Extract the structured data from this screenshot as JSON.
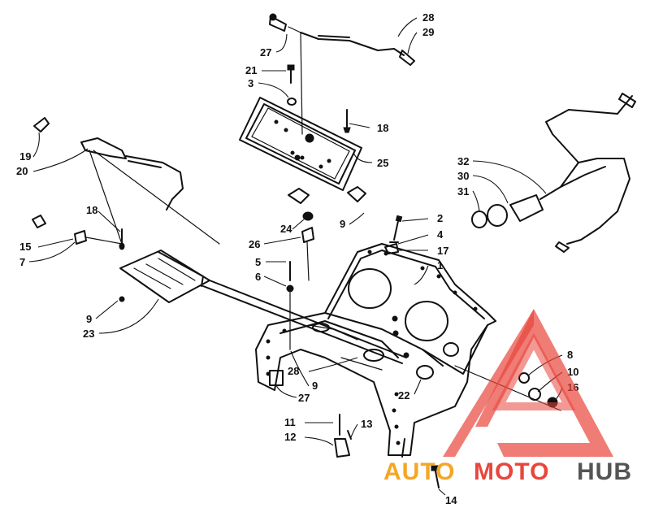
{
  "callouts": {
    "c1": "1",
    "c2": "2",
    "c3": "3",
    "c4": "4",
    "c5": "5",
    "c6": "6",
    "c7": "7",
    "c8": "8",
    "c9a": "9",
    "c9b": "9",
    "c9c": "9",
    "c10": "10",
    "c11": "11",
    "c12": "12",
    "c13": "13",
    "c14": "14",
    "c15": "15",
    "c16": "16",
    "c17": "17",
    "c18a": "18",
    "c18b": "18",
    "c19": "19",
    "c20": "20",
    "c21": "21",
    "c22": "22",
    "c23": "23",
    "c24": "24",
    "c25": "25",
    "c26": "26",
    "c27a": "27",
    "c27b": "27",
    "c28a": "28",
    "c28b": "28",
    "c29": "29",
    "c30": "30",
    "c31": "31",
    "c32": "32"
  },
  "watermark": {
    "part1": "AUTO",
    "part2": "MOTO",
    "part3": "HUB",
    "color_orange": "#f5a623",
    "color_red": "#e8463c",
    "color_dark": "#555555"
  }
}
